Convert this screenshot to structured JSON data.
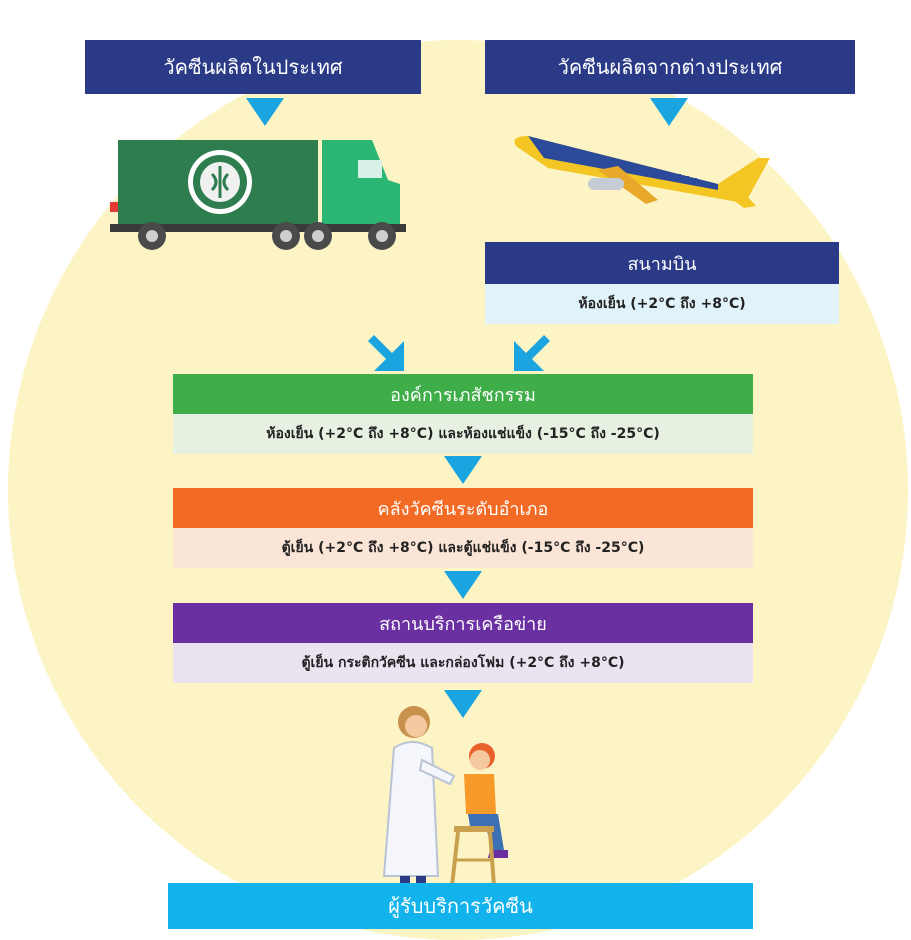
{
  "source_domestic": {
    "label": "วัคซีนผลิตในประเทศ"
  },
  "source_foreign": {
    "label": "วัคซีนผลิตจากต่างประเทศ"
  },
  "airport": {
    "title": "สนามบิน",
    "detail": "ห้องเย็น (+2°C ถึง +8°C)"
  },
  "gpo": {
    "title": "องค์การเภสัชกรรม",
    "detail": "ห้องเย็น (+2°C ถึง +8°C) และห้องแช่แข็ง (-15°C ถึง -25°C)"
  },
  "district": {
    "title": "คลังวัคซีนระดับอำเภอ",
    "detail": "ตู้เย็น (+2°C ถึง +8°C) และตู้แช่แข็ง (-15°C ถึง -25°C)"
  },
  "network": {
    "title": "สถานบริการเครือข่าย",
    "detail": "ตู้เย็น กระติกวัคซีน และกล่องโฟม (+2°C ถึง +8°C)"
  },
  "recipient": {
    "label": "ผู้รับบริการวัคซีน"
  },
  "colors": {
    "navy": "#2a3a87",
    "arrow": "#1aa5e0",
    "green": "#3fae49",
    "orange": "#f26a24",
    "purple": "#6a2fa0",
    "cyan": "#12b3ec",
    "background": "#fdf4c5"
  }
}
